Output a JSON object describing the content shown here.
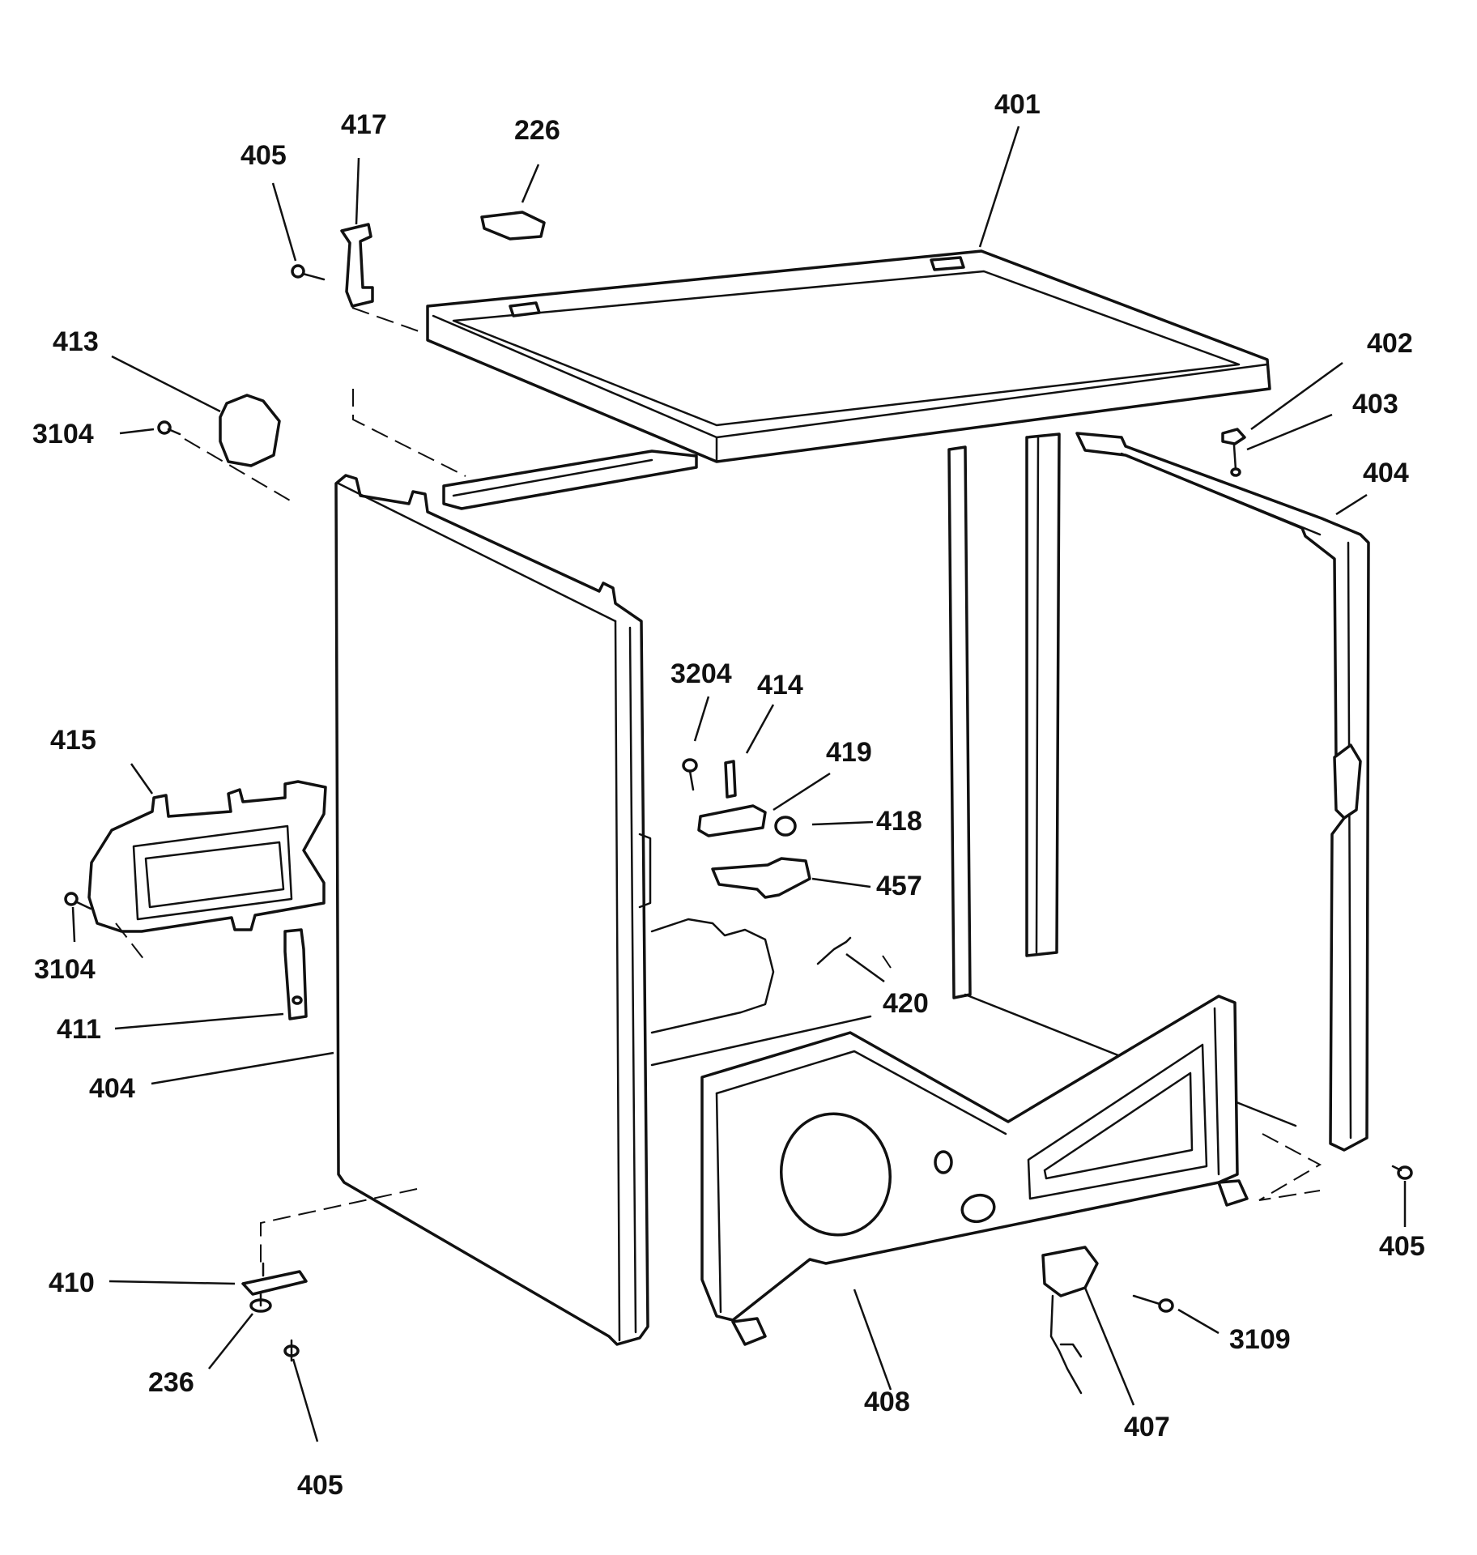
{
  "callouts": {
    "c401": "401",
    "c226": "226",
    "c417": "417",
    "c405_top": "405",
    "c413": "413",
    "c3104_top": "3104",
    "c402": "402",
    "c403": "403",
    "c404_right": "404",
    "c3204": "3204",
    "c414": "414",
    "c419": "419",
    "c418": "418",
    "c457": "457",
    "c415": "415",
    "c3104_bottom": "3104",
    "c411": "411",
    "c404_left": "404",
    "c420": "420",
    "c405_right": "405",
    "c410": "410",
    "c236": "236",
    "c405_bottom": "405",
    "c408": "408",
    "c3109": "3109",
    "c407": "407"
  }
}
